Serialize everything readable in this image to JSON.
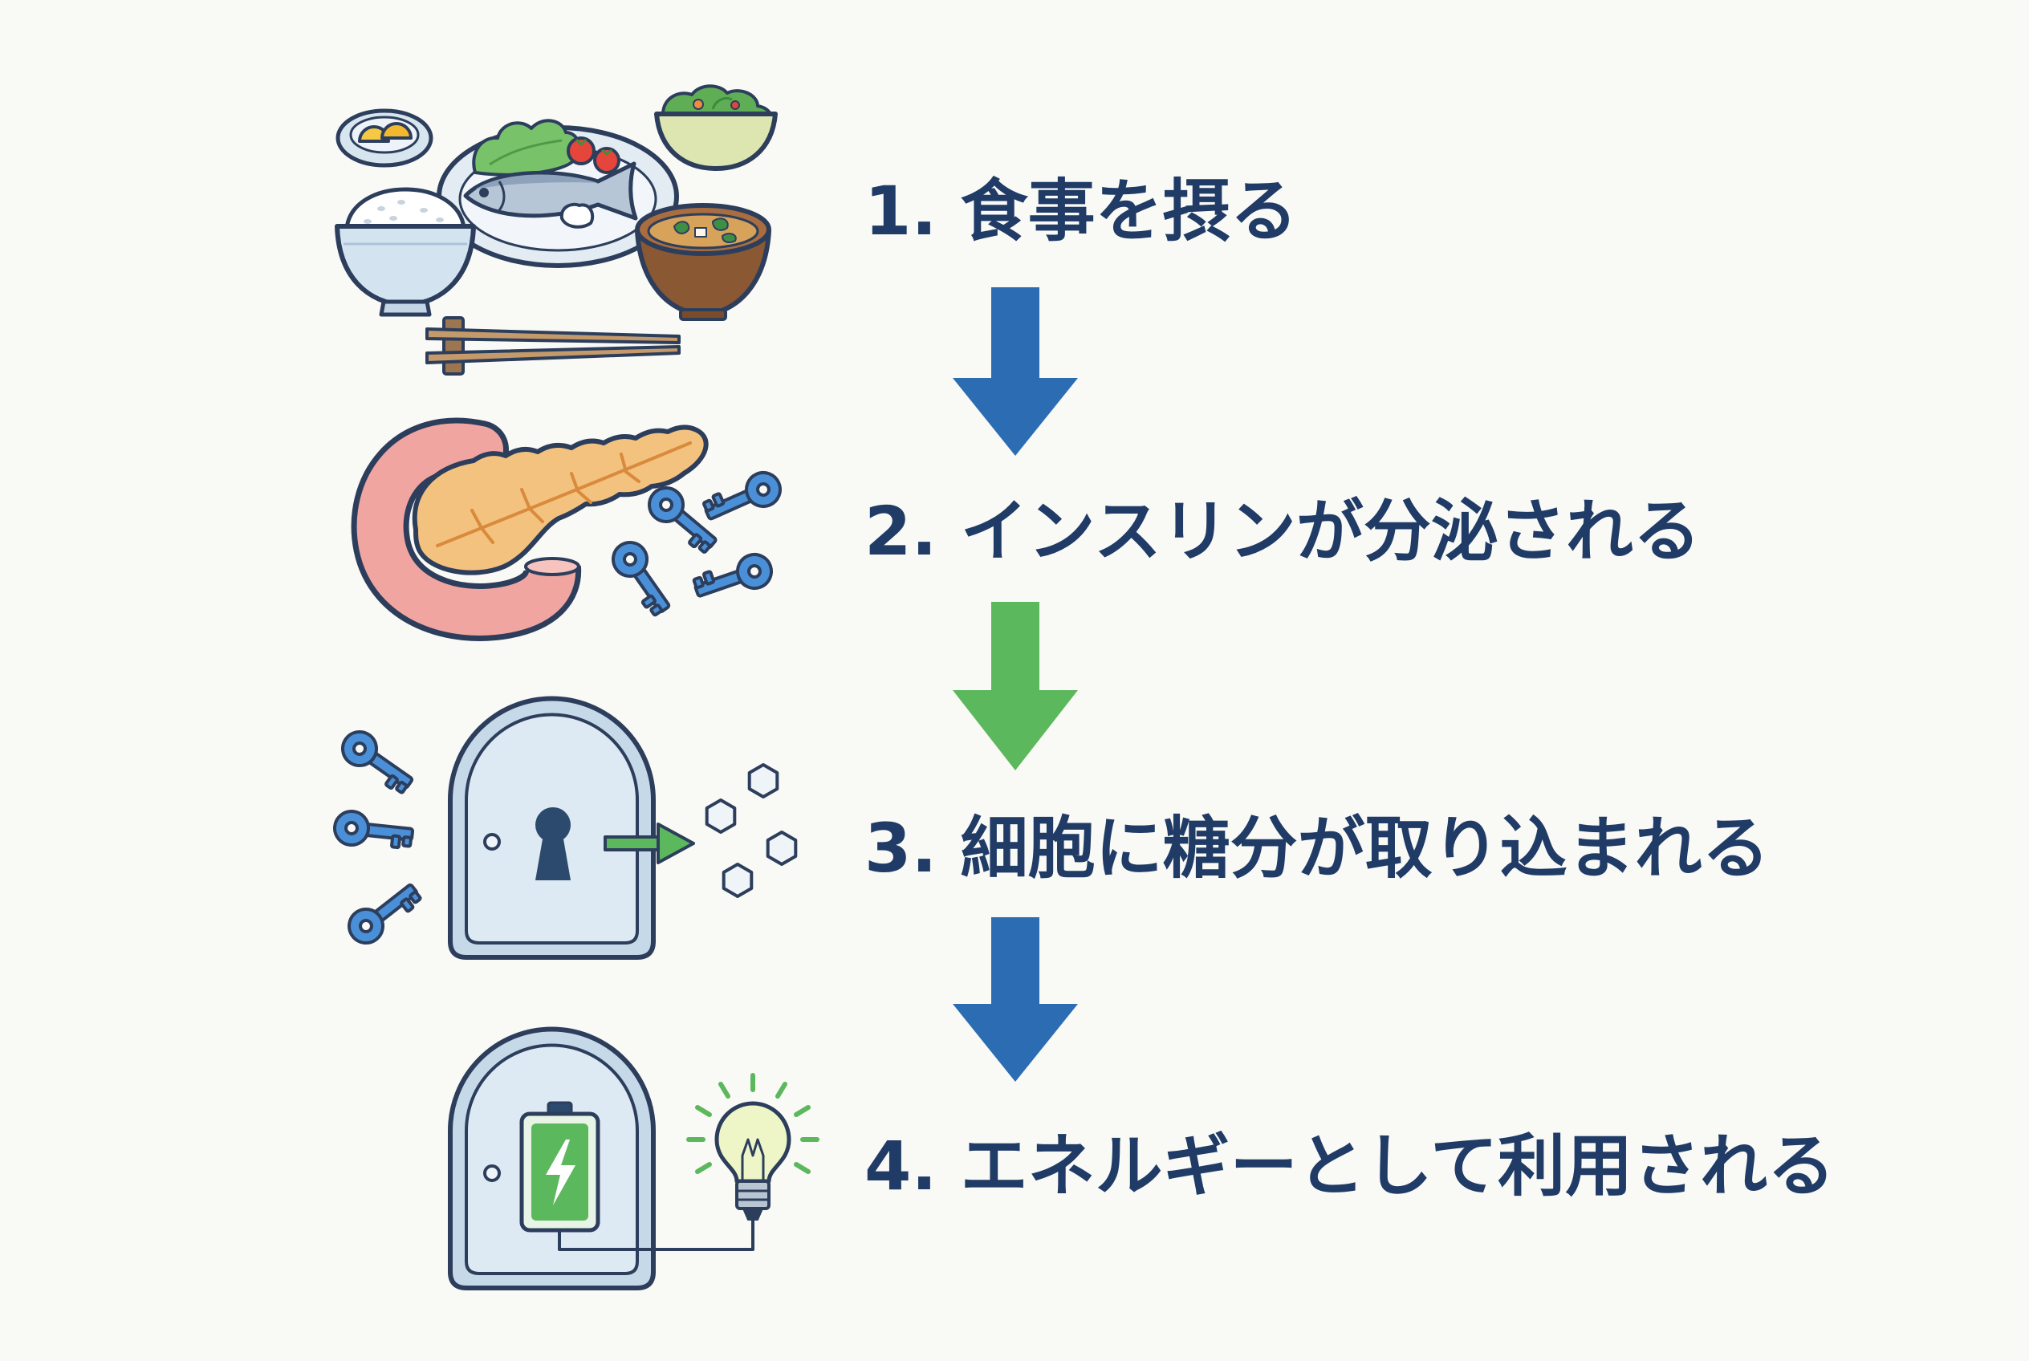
{
  "diagram": {
    "steps": [
      {
        "label": "1. 食事を摂る",
        "icon": "meal-icon"
      },
      {
        "label": "2. インスリンが分泌される",
        "icon": "pancreas-icon"
      },
      {
        "label": "3. 細胞に糖分が取り込まれる",
        "icon": "cell-door-keyhole-icon"
      },
      {
        "label": "4. エネルギーとして利用される",
        "icon": "battery-lightbulb-icon"
      }
    ],
    "arrows": [
      {
        "icon": "down-arrow-icon",
        "color": "#2b6cb3"
      },
      {
        "icon": "down-arrow-icon",
        "color": "#5cb85c"
      },
      {
        "icon": "down-arrow-icon",
        "color": "#2b6cb3"
      }
    ]
  },
  "colors": {
    "background": "#f9f9f6",
    "label_text": "#1f3b66",
    "outline": "#2c3e5c",
    "key_blue": "#4a90d9",
    "accent_green": "#5cb85c"
  }
}
